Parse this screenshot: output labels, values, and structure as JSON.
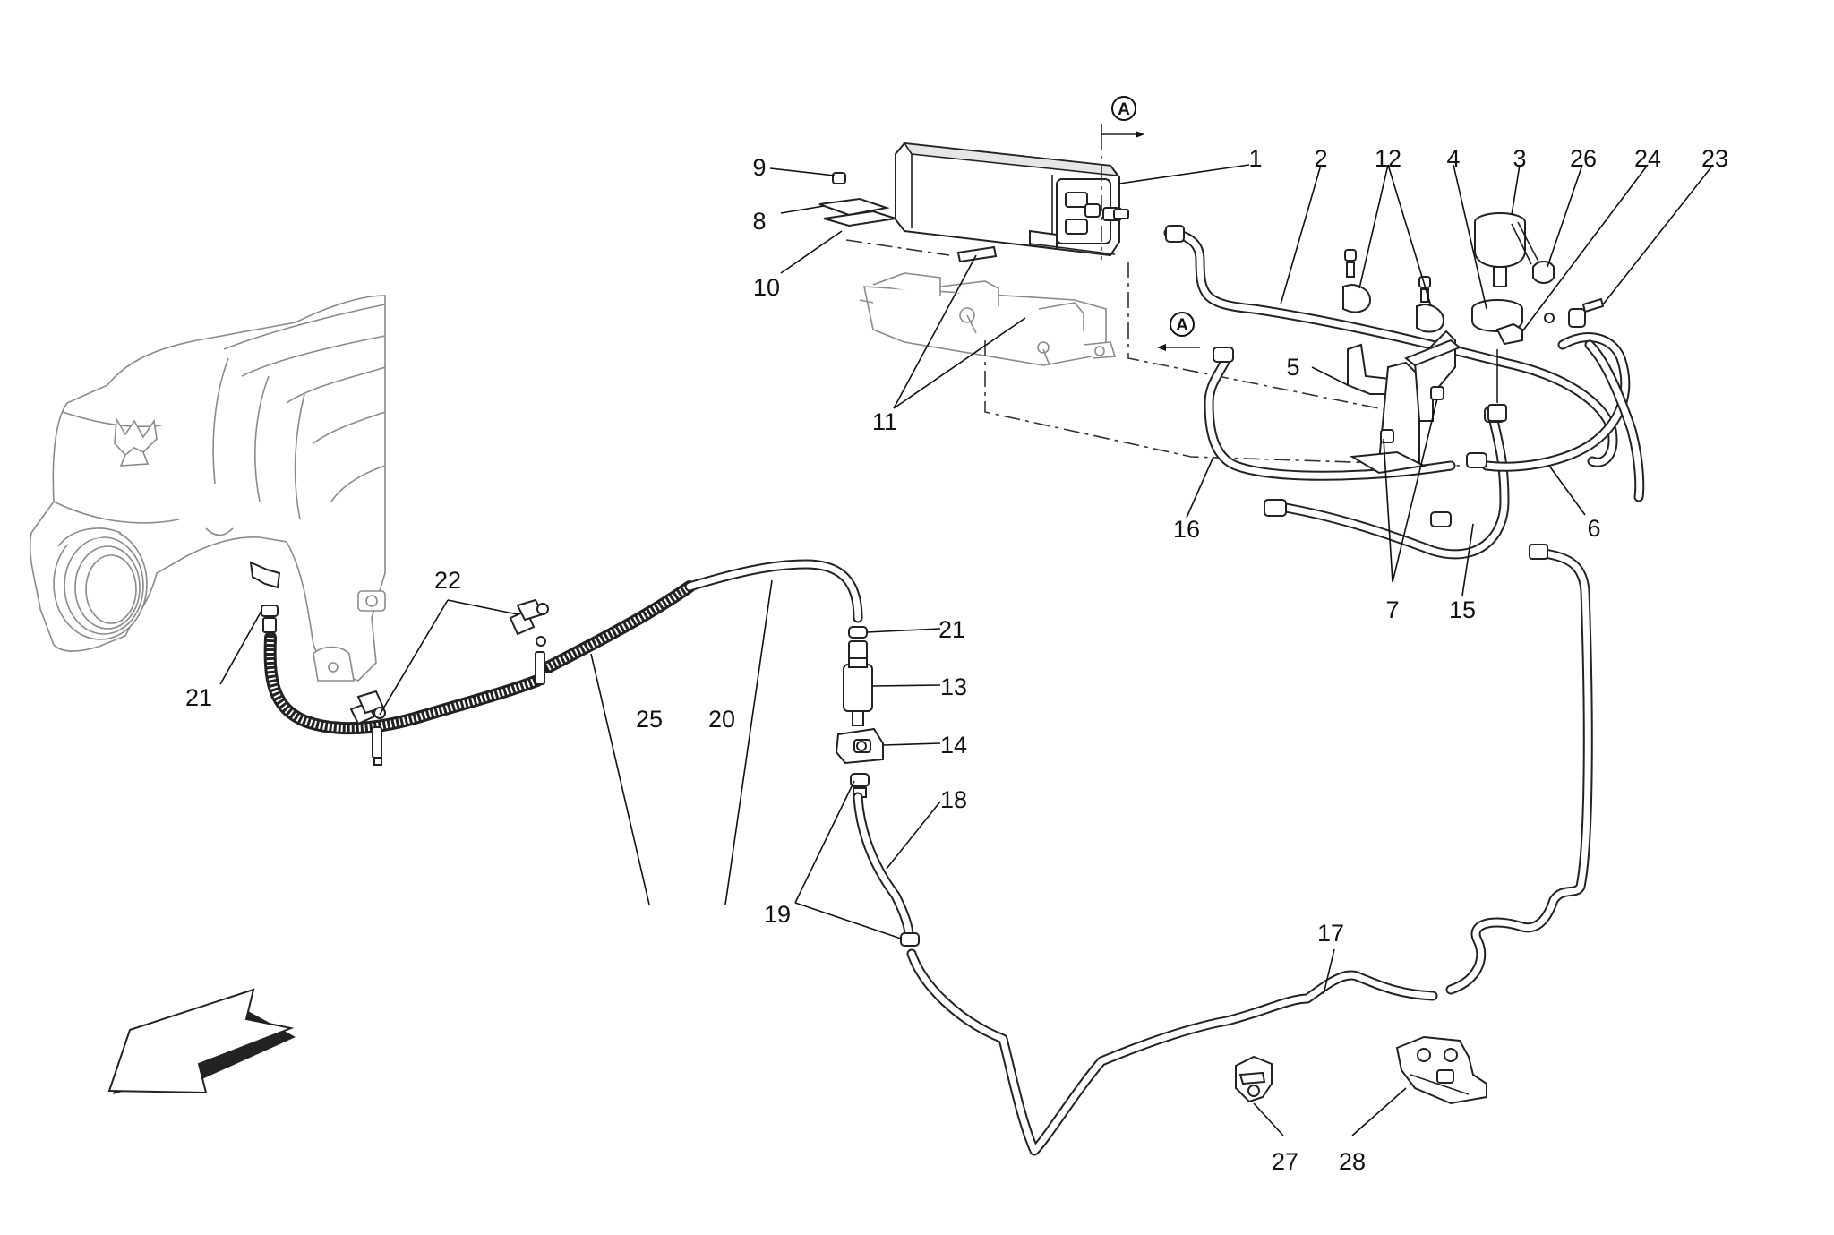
{
  "diagram": {
    "section_markers": [
      "A",
      "A"
    ],
    "callouts": [
      "1",
      "2",
      "3",
      "4",
      "5",
      "6",
      "7",
      "8",
      "9",
      "10",
      "11",
      "12",
      "13",
      "14",
      "15",
      "16",
      "17",
      "18",
      "19",
      "20",
      "21",
      "21",
      "22",
      "23",
      "24",
      "25",
      "26",
      "27",
      "28"
    ]
  },
  "icons": {
    "direction_arrow": "front-direction-arrow-icon",
    "brand_logo": "trident-logo-icon"
  },
  "colors": {
    "line": "#222222",
    "background": "#ffffff",
    "engine_outline": "#8a8a8a"
  }
}
